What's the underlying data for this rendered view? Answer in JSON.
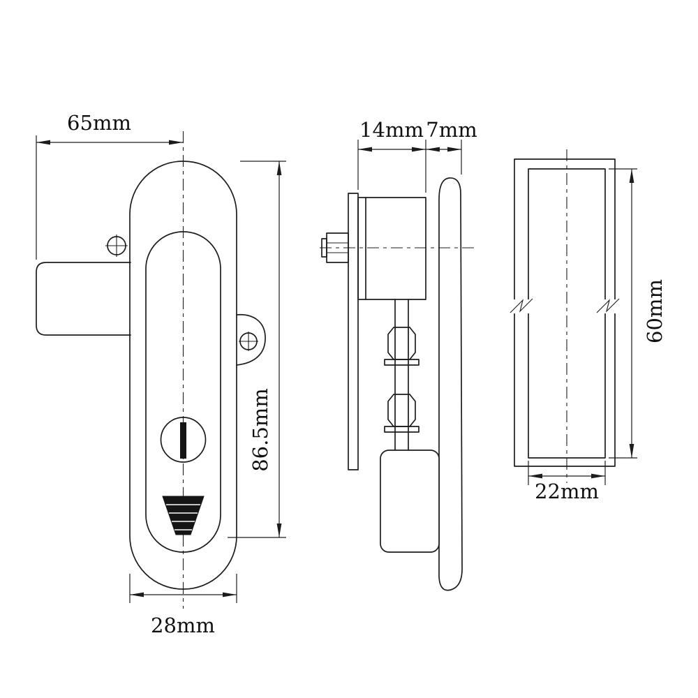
{
  "drawing": {
    "background": "#ffffff",
    "line_color": "#1c1c1c",
    "text_color": "#101010",
    "views": {
      "front": {
        "dim_width": "65mm",
        "dim_height": "86.5mm",
        "dim_handle_width": "28mm"
      },
      "side": {
        "dim_body_depth": "14mm",
        "dim_handle_depth": "7mm"
      },
      "back": {
        "dim_height": "60mm",
        "dim_width": "22mm"
      }
    }
  }
}
